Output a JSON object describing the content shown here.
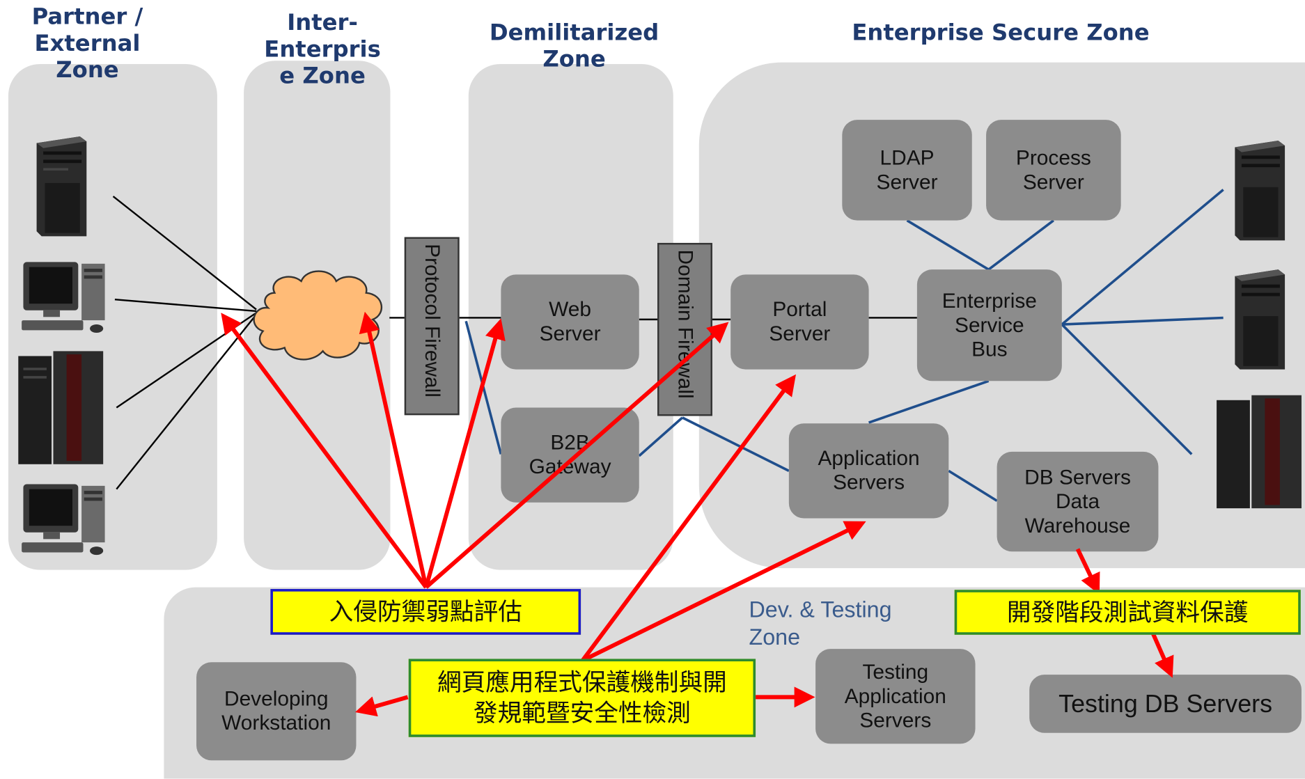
{
  "zones": {
    "partner": "Partner  /\nExternal\nZone",
    "inter": "Inter-\nEnterpris\ne Zone",
    "dmz": "Demilitarized\nZone",
    "enterprise": "Enterprise Secure Zone",
    "dev": "Dev. & Testing\nZone"
  },
  "firewalls": {
    "protocol": "Protocol Firewall",
    "domain": "Domain Firewall"
  },
  "servers": {
    "web": "Web\nServer",
    "b2b": "B2B\nGateway",
    "portal": "Portal\nServer",
    "ldap": "LDAP\nServer",
    "process": "Process\nServer",
    "esb": "Enterprise\nService\nBus",
    "app": "Application\nServers",
    "db": "DB Servers\nData\nWarehouse",
    "devws": "Developing\nWorkstation",
    "testapp": "Testing\nApplication\nServers",
    "testdb": "Testing DB Servers"
  },
  "callouts": {
    "ids": "入侵防禦弱點評估",
    "web": "網頁應用程式保護機制與開\n發規範暨安全性檢測",
    "data": "開發階段測試資料保護"
  },
  "colors": {
    "zone_bg": "#dcdcdc",
    "server_box": "#8c8c8c",
    "zone_title": "#1f3a6e",
    "connector": "#1f4e8c",
    "arrow": "#ff0000",
    "callout_bg": "#ffff00",
    "cloud": "#ffbb77"
  },
  "icons": [
    "tower-server-icon",
    "desktop-pc-icon",
    "mainframe-icon",
    "cloud-icon"
  ]
}
